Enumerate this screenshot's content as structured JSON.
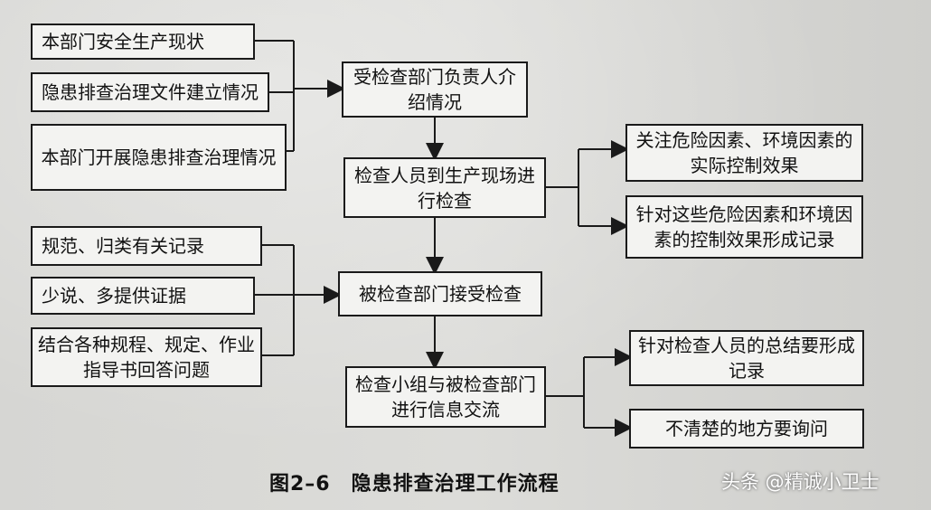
{
  "left_top": [
    {
      "id": "l1",
      "text": "本部门安全生产现状"
    },
    {
      "id": "l2",
      "text": "隐患排查治理文件建立情况"
    },
    {
      "id": "l3",
      "text": "本部门开展隐患排查治理情况"
    }
  ],
  "center": [
    {
      "id": "c1",
      "text": "受检查部门负责人介绍情况"
    },
    {
      "id": "c2",
      "text": "检查人员到生产现场进行检查"
    },
    {
      "id": "c3",
      "text": "被检查部门接受检查"
    },
    {
      "id": "c4",
      "text": "检查小组与被检查部门进行信息交流"
    }
  ],
  "right_top": [
    {
      "id": "r1",
      "text": "关注危险因素、环境因素的实际控制效果"
    },
    {
      "id": "r2",
      "text": "针对这些危险因素和环境因素的控制效果形成记录"
    }
  ],
  "left_bottom": [
    {
      "id": "l4",
      "text": "规范、归类有关记录"
    },
    {
      "id": "l5",
      "text": "少说、多提供证据"
    },
    {
      "id": "l6",
      "text": "结合各种规程、规定、作业指导书回答问题"
    }
  ],
  "right_bottom": [
    {
      "id": "r3",
      "text": "针对检查人员的总结要形成记录"
    },
    {
      "id": "r4",
      "text": "不清楚的地方要询问"
    }
  ],
  "caption": "图2–6　隐患排查治理工作流程",
  "watermark": "头条 @精诚小卫士"
}
